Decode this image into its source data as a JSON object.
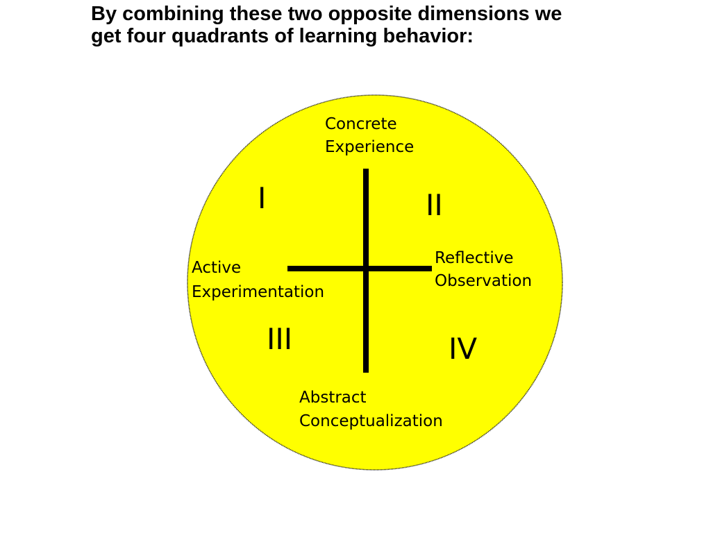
{
  "title": {
    "line1": "By combining these two opposite dimensions we",
    "line2": "get four quadrants of learning behavior:"
  },
  "diagram": {
    "circle_color": "#ffff00",
    "axis_color": "#000000",
    "top_pole": {
      "line1": "Concrete",
      "line2": "Experience"
    },
    "right_pole": {
      "line1": "Reflective",
      "line2": "Observation"
    },
    "left_pole": {
      "line1": "Active",
      "line2": "Experimentation"
    },
    "bottom_pole": {
      "line1": "Abstract",
      "line2": "Conceptualization"
    },
    "quadrants": {
      "q1": "I",
      "q2": "II",
      "q3": "III",
      "q4": "IV"
    }
  }
}
